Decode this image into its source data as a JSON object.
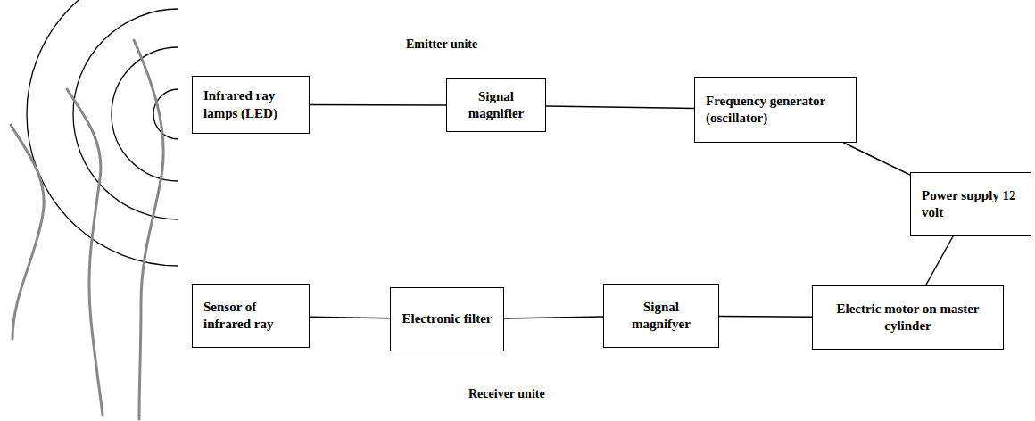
{
  "diagram": {
    "nodes": [
      {
        "text": [
          "Infrared ray lamps (LED)"
        ]
      },
      {
        "text": [
          "Signal magnifier"
        ]
      },
      {
        "text": [
          "Frequency generator (oscillator)"
        ]
      },
      {
        "text": [
          "Power supply 12 volt"
        ]
      },
      {
        "text": [
          "Sensor of infrared ray"
        ]
      },
      {
        "text": [
          "Electronic filter"
        ]
      },
      {
        "text": [
          "Signal magnifyer"
        ]
      },
      {
        "text": [
          "Electric motor on master cylinder"
        ]
      }
    ],
    "edges": [
      {
        "from": 0,
        "to": 1,
        "arrow": "none"
      },
      {
        "from": 1,
        "to": 2,
        "arrow": "none"
      },
      {
        "from": 2,
        "to": 3,
        "arrow": "none"
      },
      {
        "from": 3,
        "to": 7,
        "arrow": "none"
      },
      {
        "from": 4,
        "to": 5,
        "arrow": "none"
      },
      {
        "from": 5,
        "to": 6,
        "arrow": "none"
      },
      {
        "from": 6,
        "to": 7,
        "arrow": "none"
      }
    ],
    "labels": [
      "Emitter unite",
      "Receiver unite"
    ]
  }
}
